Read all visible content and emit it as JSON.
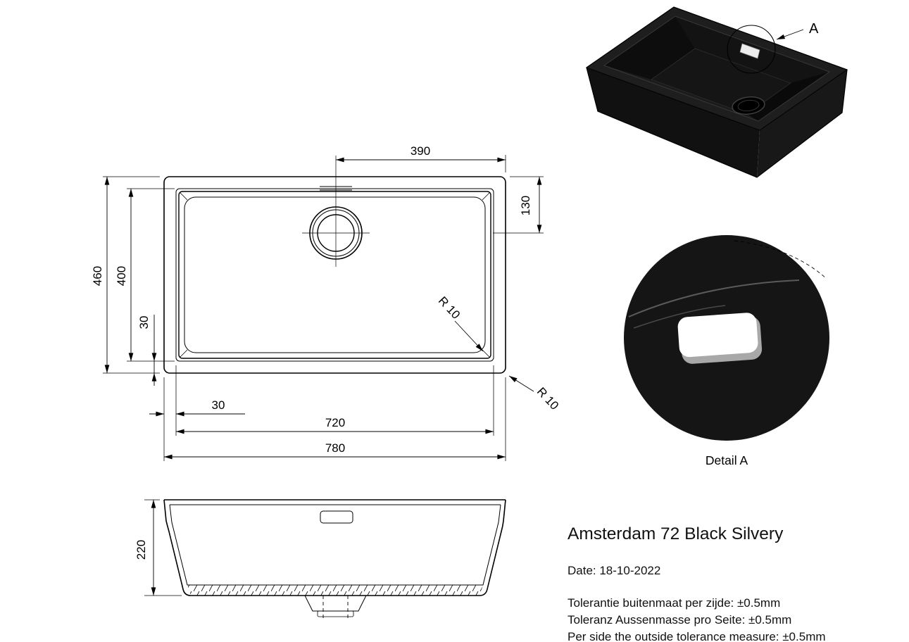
{
  "plan": {
    "dim_390": "390",
    "dim_130": "130",
    "dim_460": "460",
    "dim_400": "400",
    "dim_30_left": "30",
    "dim_30_bottom": "30",
    "dim_720": "720",
    "dim_780": "780",
    "radius_inner_label": "R 10",
    "radius_outer_label": "R 10"
  },
  "section": {
    "dim_220": "220"
  },
  "iso": {
    "callout_a": "A"
  },
  "detail": {
    "caption": "Detail A"
  },
  "info": {
    "product_name": "Amsterdam 72 Black Silvery",
    "date": "Date: 18-10-2022",
    "tolerances": [
      "Tolerantie buitenmaat per zijde: ±0.5mm",
      "Toleranz Aussenmasse pro Seite: ±0.5mm",
      "Per side the outside tolerance measure: ±0.5mm"
    ]
  },
  "colors": {
    "line": "#000000",
    "sink_black": "#151515",
    "background": "#ffffff"
  }
}
